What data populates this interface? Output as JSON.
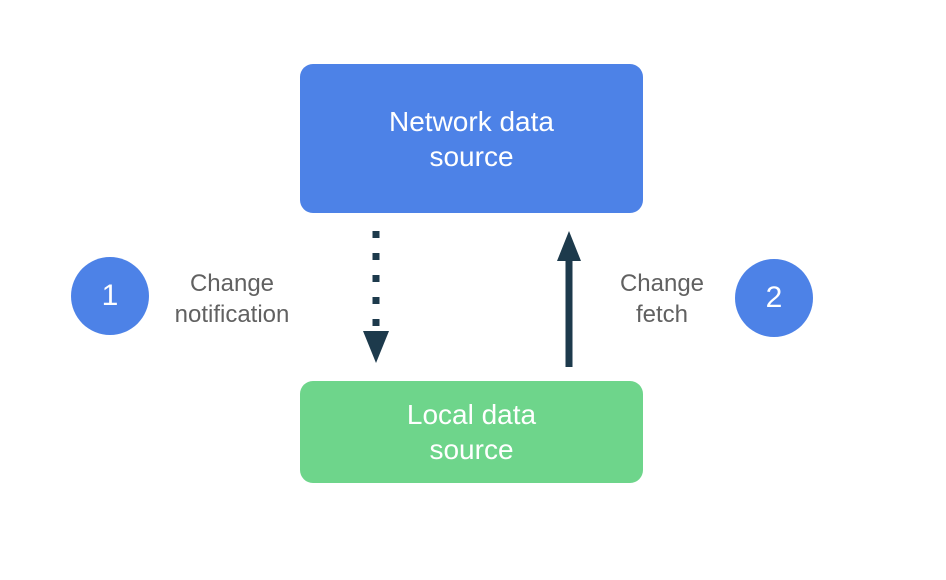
{
  "colors": {
    "background": "#ffffff",
    "node-blue": "#4d82e7",
    "node-green": "#6ed58b",
    "arrow-dark": "#1d3a4c",
    "label-gray": "#616161",
    "node-text": "#ffffff"
  },
  "nodes": {
    "network": {
      "label": "Network data\nsource"
    },
    "local": {
      "label": "Local data\nsource"
    }
  },
  "steps": [
    {
      "number": "1",
      "label": "Change\nnotification"
    },
    {
      "number": "2",
      "label": "Change\nfetch"
    }
  ],
  "arrows": [
    {
      "name": "change-notification-arrow",
      "style": "dotted",
      "direction": "down",
      "from": "network",
      "to": "local"
    },
    {
      "name": "change-fetch-arrow",
      "style": "solid",
      "direction": "up",
      "from": "local",
      "to": "network"
    }
  ]
}
